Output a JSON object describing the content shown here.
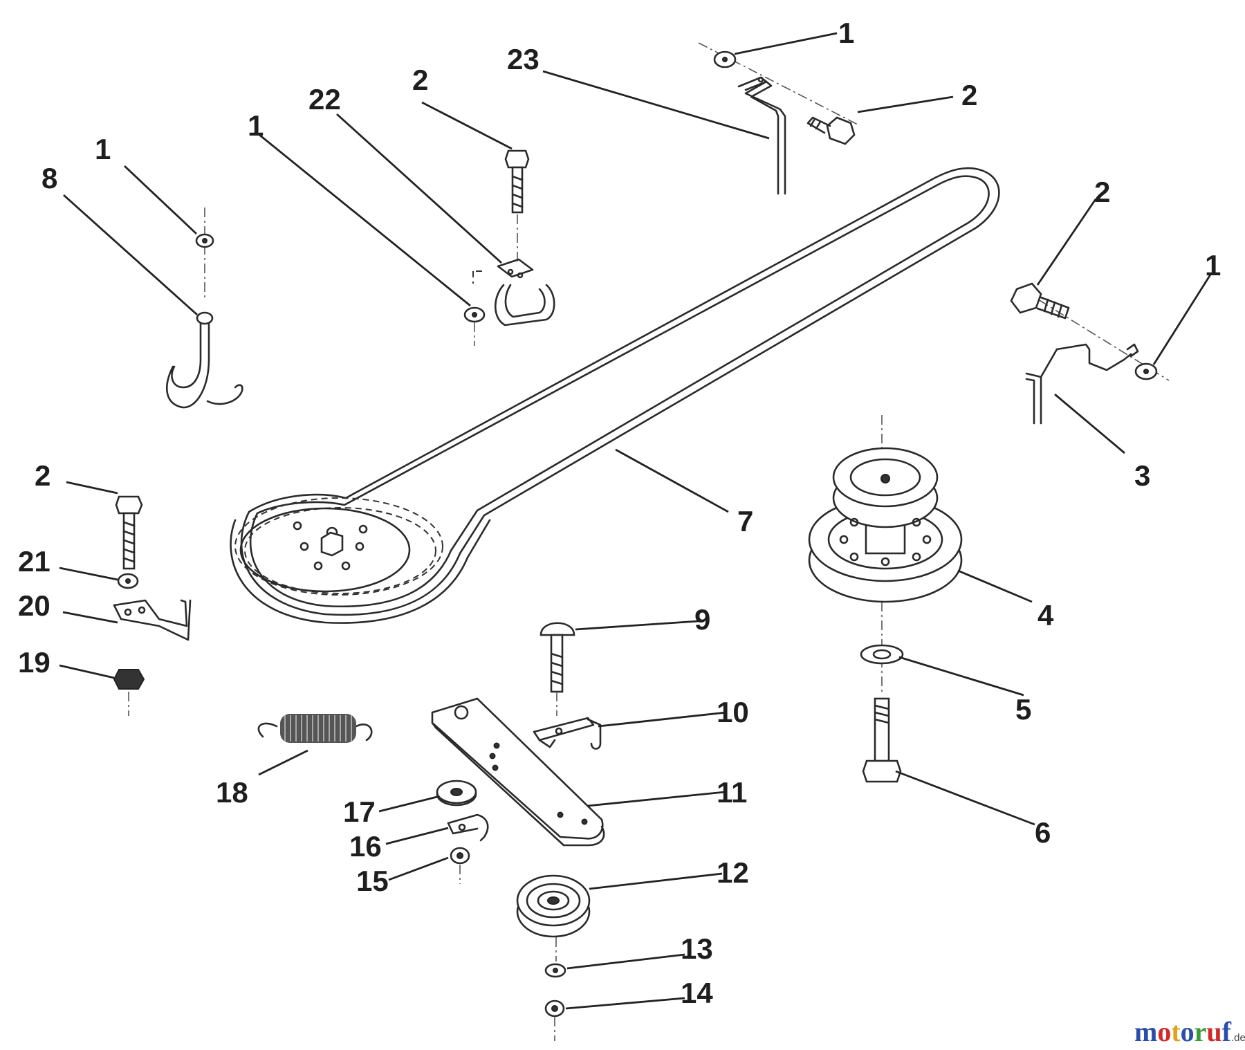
{
  "callouts": {
    "c1a": "1",
    "c1b": "1",
    "c1c": "1",
    "c1d": "1",
    "c2a": "2",
    "c2b": "2",
    "c2c": "2",
    "c2d": "2",
    "c3": "3",
    "c4": "4",
    "c5": "5",
    "c6": "6",
    "c7": "7",
    "c8": "8",
    "c9": "9",
    "c10": "10",
    "c11": "11",
    "c12": "12",
    "c13": "13",
    "c14": "14",
    "c15": "15",
    "c16": "16",
    "c17": "17",
    "c18": "18",
    "c19": "19",
    "c20": "20",
    "c21": "21",
    "c22": "22",
    "c23": "23"
  },
  "watermark": {
    "letters": [
      "m",
      "o",
      "t",
      "o",
      "r",
      "u",
      "f"
    ],
    "suffix": ".de",
    "colors": [
      "#2b4fa8",
      "#d02b2b",
      "#e0a21b",
      "#2b4fa8",
      "#3a9a3a",
      "#d02b2b",
      "#2b4fa8"
    ]
  }
}
